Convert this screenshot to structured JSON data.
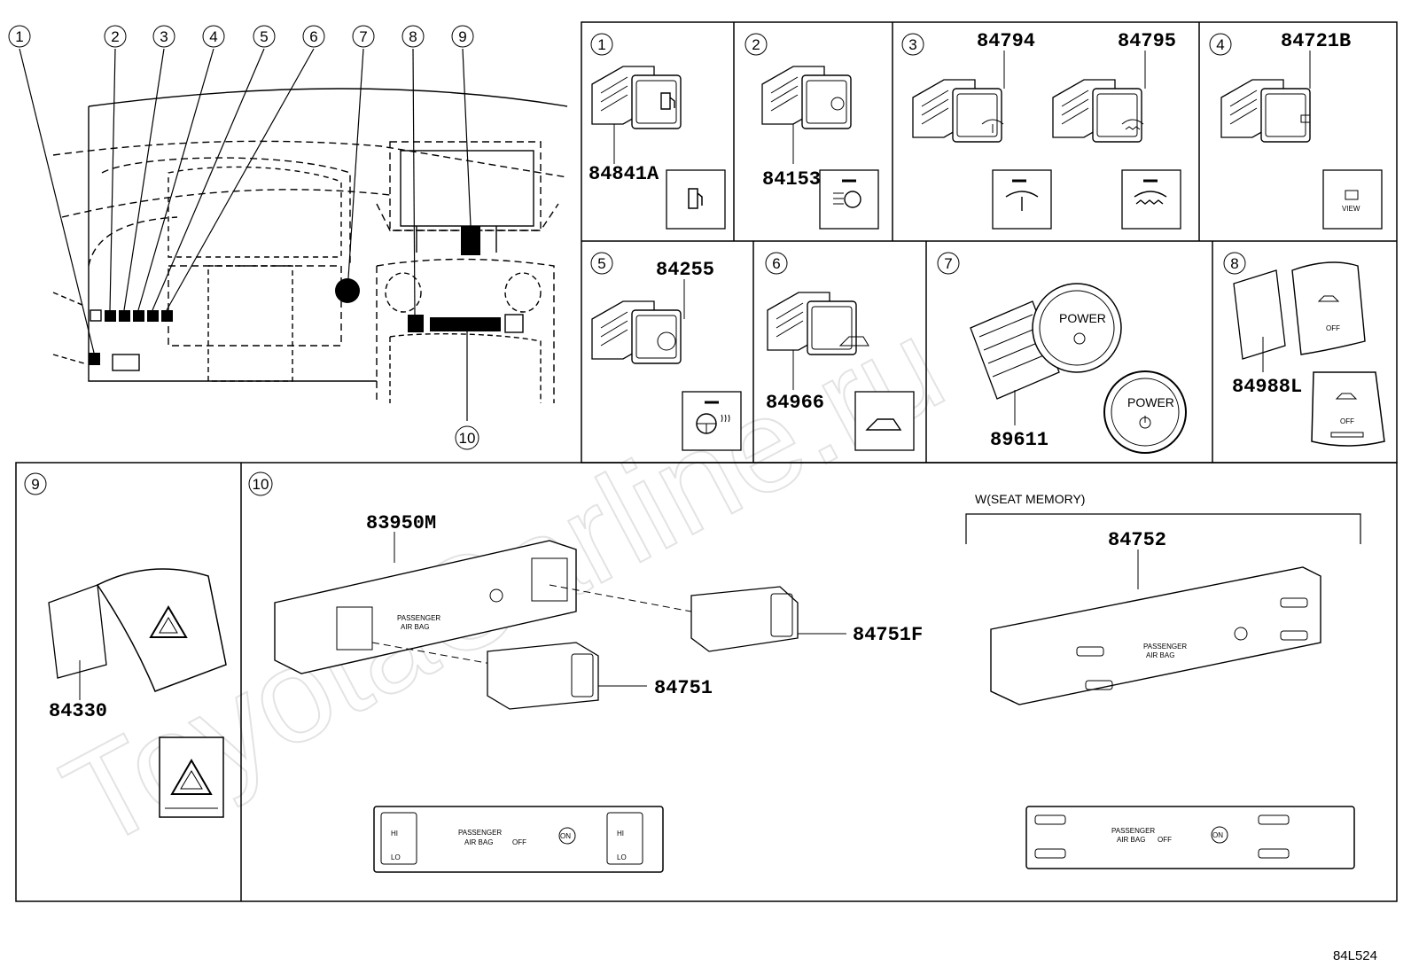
{
  "watermark": "ToyotaCarline.ru",
  "footer_code": "84L524",
  "overview_callouts": [
    "1",
    "2",
    "3",
    "4",
    "5",
    "6",
    "7",
    "8",
    "9",
    "10"
  ],
  "panels": [
    {
      "num": "1",
      "parts": [
        "84841A"
      ]
    },
    {
      "num": "2",
      "parts": [
        "84153"
      ]
    },
    {
      "num": "3",
      "parts": [
        "84794",
        "84795"
      ]
    },
    {
      "num": "4",
      "parts": [
        "84721B"
      ],
      "icon_text": "VIEW"
    },
    {
      "num": "5",
      "parts": [
        "84255"
      ]
    },
    {
      "num": "6",
      "parts": [
        "84966"
      ]
    },
    {
      "num": "7",
      "parts": [
        "89611"
      ],
      "icon_text": "POWER"
    },
    {
      "num": "8",
      "parts": [
        "84988L"
      ],
      "icon_text": "OFF"
    },
    {
      "num": "9",
      "parts": [
        "84330"
      ]
    },
    {
      "num": "10",
      "parts": [
        "83950M",
        "84751F",
        "84751"
      ],
      "seat_memory": "W(SEAT MEMORY)",
      "seat_memory_part": "84752",
      "airbag_label_1": "PASSENGER",
      "airbag_label_2": "AIR BAG",
      "off_label": "OFF",
      "on_label": "ON",
      "hi_label": "HI",
      "lo_label": "LO"
    }
  ]
}
